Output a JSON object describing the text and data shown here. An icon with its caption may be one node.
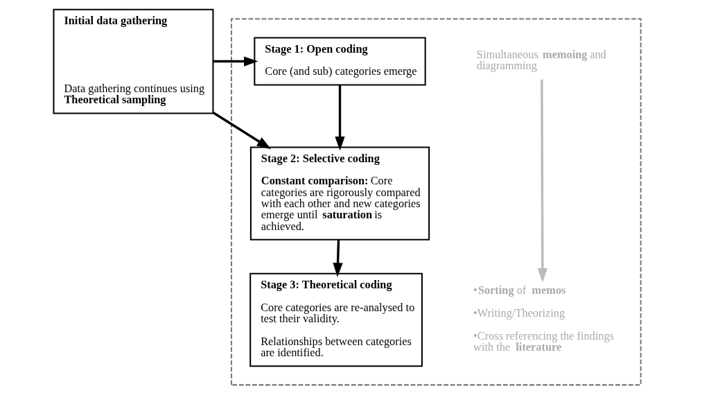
{
  "diagram": {
    "nodes": [
      {
        "text": [
          "Initial data gathering",
          "Data gathering continues using **Theoretical sampling**"
        ]
      },
      {
        "text": [],
        "shape": "box"
      },
      {
        "text": [
          "Stage 1: Open coding",
          "Core (and sub) categories emerge"
        ],
        "in": 1
      },
      {
        "text": [
          "Stage 2: Selective coding",
          "**Constant comparison:** Core categories are rigorously compared with each other and new categories emerge until **saturation** is achieved."
        ],
        "in": 1
      },
      {
        "text": [
          "Stage 3: Theoretical coding",
          "Core categories are re-analysed to test their validity.",
          "Relationships between categories are identified."
        ],
        "in": 1
      },
      {
        "text": [
          "Simultaneous **memoing** and diagramming"
        ],
        "in": 1
      },
      {
        "text": [
          "•**Sorting** of **memos**",
          "•Writing/Theorizing",
          "•Cross referencing the findings with the **literature**"
        ],
        "in": 1
      }
    ],
    "edges": [
      {
        "from": 0,
        "to": 2,
        "arrow": "to"
      },
      {
        "from": 0,
        "to": 3,
        "arrow": "to"
      },
      {
        "from": 2,
        "to": 3,
        "arrow": "to"
      },
      {
        "from": 3,
        "to": 4,
        "arrow": "to"
      },
      {
        "from": 5,
        "to": 6,
        "arrow": "to",
        "color": "#bbbbbb"
      }
    ]
  }
}
